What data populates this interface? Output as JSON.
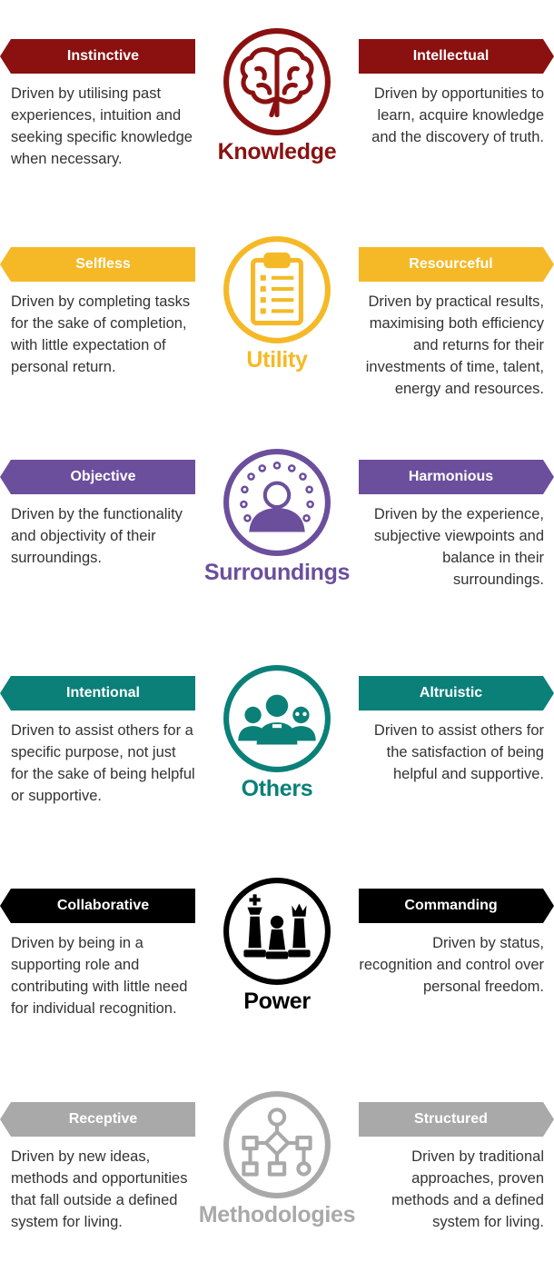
{
  "sections": [
    {
      "id": "knowledge",
      "title": "Knowledge",
      "color": "#8b1111",
      "icon": "brain-icon",
      "left": {
        "label": "Instinctive",
        "description": "Driven by utilising past experiences, intuition and seeking specific knowledge when necessary."
      },
      "right": {
        "label": "Intellectual",
        "description": "Driven by opportunities to learn, acquire knowledge and the discovery of truth."
      }
    },
    {
      "id": "utility",
      "title": "Utility",
      "color": "#f5b927",
      "icon": "clipboard-icon",
      "left": {
        "label": "Selfless",
        "description": "Driven by completing tasks for the sake of completion, with little expectation of personal return."
      },
      "right": {
        "label": "Resourceful",
        "description": "Driven by practical results, maximising both efficiency and returns for their investments of time, talent, energy and resources."
      }
    },
    {
      "id": "surroundings",
      "title": "Surroundings",
      "color": "#6b4f9c",
      "icon": "person-aura-icon",
      "left": {
        "label": "Objective",
        "description": "Driven by the functionality and objectivity of their surroundings."
      },
      "right": {
        "label": "Harmonious",
        "description": "Driven by the experience, subjective viewpoints and balance in their surroundings."
      }
    },
    {
      "id": "others",
      "title": "Others",
      "color": "#0a8078",
      "icon": "group-icon",
      "left": {
        "label": "Intentional",
        "description": "Driven to assist others for a specific purpose, not just for the sake of being helpful or supportive."
      },
      "right": {
        "label": "Altruistic",
        "description": "Driven to assist others for the satisfaction of being helpful and supportive."
      }
    },
    {
      "id": "power",
      "title": "Power",
      "color": "#000000",
      "icon": "chess-pieces-icon",
      "left": {
        "label": "Collaborative",
        "description": "Driven by being in a supporting role and contributing with little need for individual recognition."
      },
      "right": {
        "label": "Commanding",
        "description": "Driven by status, recognition and control over personal freedom."
      }
    },
    {
      "id": "methodologies",
      "title": "Methodologies",
      "color": "#a9a9a9",
      "icon": "flowchart-icon",
      "left": {
        "label": "Receptive",
        "description": "Driven by new ideas, methods and opportunities that fall outside a defined system for living."
      },
      "right": {
        "label": "Structured",
        "description": "Driven by traditional approaches, proven methods and a defined system for living."
      }
    }
  ]
}
